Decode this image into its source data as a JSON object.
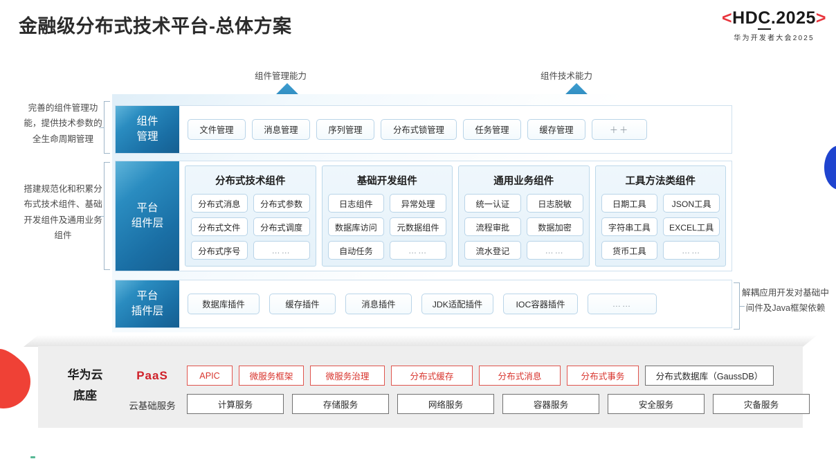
{
  "header": {
    "title": "金融级分布式技术平台-总体方案",
    "logo_bracket_left": "<",
    "logo_bracket_right": ">",
    "logo_main_a": "HD",
    "logo_main_underlined": "C",
    "logo_main_b": ".2025",
    "logo_sub": "华为开发者大会2025"
  },
  "arrows": [
    {
      "label": "组件管理能力",
      "name": "component-management-capability"
    },
    {
      "label": "组件技术能力",
      "name": "component-technology-capability"
    }
  ],
  "side_notes": [
    {
      "text": "完善的组件管理功能，提供技术参数的全生命周期管理"
    },
    {
      "text": "搭建规范化和积累分布式技术组件、基础开发组件及通用业务组件"
    }
  ],
  "right_note": {
    "text": "解耦应用开发对基础中间件及Java框架依赖"
  },
  "layers": {
    "component_management": {
      "label_line1": "组件",
      "label_line2": "管理",
      "chips": [
        "文件管理",
        "消息管理",
        "序列管理",
        "分布式锁管理",
        "任务管理",
        "缓存管理",
        "＋＋"
      ]
    },
    "platform_component": {
      "label_line1": "平台",
      "label_line2": "组件层",
      "groups": [
        {
          "title": "分布式技术组件",
          "items": [
            "分布式消息",
            "分布式参数",
            "分布式文件",
            "分布式调度",
            "分布式序号",
            "……"
          ]
        },
        {
          "title": "基础开发组件",
          "items": [
            "日志组件",
            "异常处理",
            "数据库访问",
            "元数据组件",
            "自动任务",
            "……"
          ]
        },
        {
          "title": "通用业务组件",
          "items": [
            "统一认证",
            "日志脱敏",
            "流程审批",
            "数据加密",
            "流水登记",
            "……"
          ]
        },
        {
          "title": "工具方法类组件",
          "items": [
            "日期工具",
            "JSON工具",
            "字符串工具",
            "EXCEL工具",
            "货币工具",
            "……"
          ]
        }
      ]
    },
    "platform_plugin": {
      "label_line1": "平台",
      "label_line2": "插件层",
      "chips": [
        "数据库插件",
        "缓存插件",
        "消息插件",
        "JDK适配插件",
        "IOC容器插件",
        "……"
      ]
    }
  },
  "base": {
    "title_line1": "华为云",
    "title_line2": "底座",
    "paas_label": "PaaS",
    "cloud_label": "云基础服务",
    "paas_chips": [
      {
        "label": "APIC",
        "highlight": true,
        "width": 66
      },
      {
        "label": "微服务框架",
        "highlight": true,
        "width": 94
      },
      {
        "label": "微服务治理",
        "highlight": true,
        "width": 108
      },
      {
        "label": "分布式缓存",
        "highlight": true,
        "width": 118
      },
      {
        "label": "分布式消息",
        "highlight": true,
        "width": 118
      },
      {
        "label": "分布式事务",
        "highlight": true,
        "width": 104
      },
      {
        "label": "分布式数据库（GaussDB）",
        "highlight": false,
        "width": 186
      }
    ],
    "cloud_chips": [
      {
        "label": "计算服务",
        "width": 140
      },
      {
        "label": "存储服务",
        "width": 140
      },
      {
        "label": "网络服务",
        "width": 140
      },
      {
        "label": "容器服务",
        "width": 140
      },
      {
        "label": "安全服务",
        "width": 140
      },
      {
        "label": "灾备服务",
        "width": 140
      }
    ]
  },
  "colors": {
    "accent_red": "#cf2029",
    "accent_blue": "#1a6fa5",
    "decoration_blue": "#1f44cf",
    "decoration_red": "#ef4136"
  }
}
